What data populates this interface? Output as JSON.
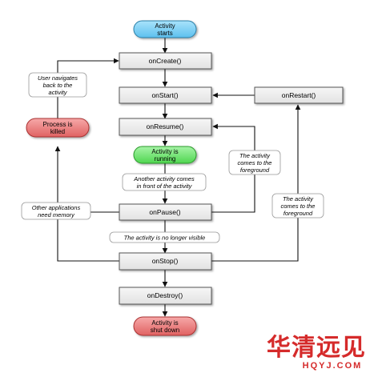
{
  "diagram": {
    "start_pill": [
      "Activity",
      "starts"
    ],
    "running_pill": [
      "Activity is",
      "running"
    ],
    "killed_pill": [
      "Process is",
      "killed"
    ],
    "shutdown_pill": [
      "Activity is",
      "shut down"
    ],
    "methods": {
      "on_create": "onCreate()",
      "on_start": "onStart()",
      "on_restart": "onRestart()",
      "on_resume": "onResume()",
      "on_pause": "onPause()",
      "on_stop": "onStop()",
      "on_destroy": "onDestroy()"
    },
    "notes": {
      "user_navigates": [
        "User navigates",
        "back to the",
        "activity"
      ],
      "another_activity": [
        "Another activity comes",
        "in front of the activity"
      ],
      "other_apps": [
        "Other applications",
        "need memory"
      ],
      "no_longer_visible": "The activity is no longer visible",
      "foreground_upper": [
        "The activity",
        "comes to the",
        "foreground"
      ],
      "foreground_lower": [
        "The activity",
        "comes to the",
        "foreground"
      ]
    }
  },
  "watermark": {
    "chinese": "华清远见",
    "site": "HQYJ.COM"
  },
  "colors": {
    "start_pill": "#7fd0f5",
    "running_pill": "#79ea7a",
    "end_pill": "#ec7e7e",
    "method_box": "#ececec",
    "watermark": "#d52b2b"
  }
}
